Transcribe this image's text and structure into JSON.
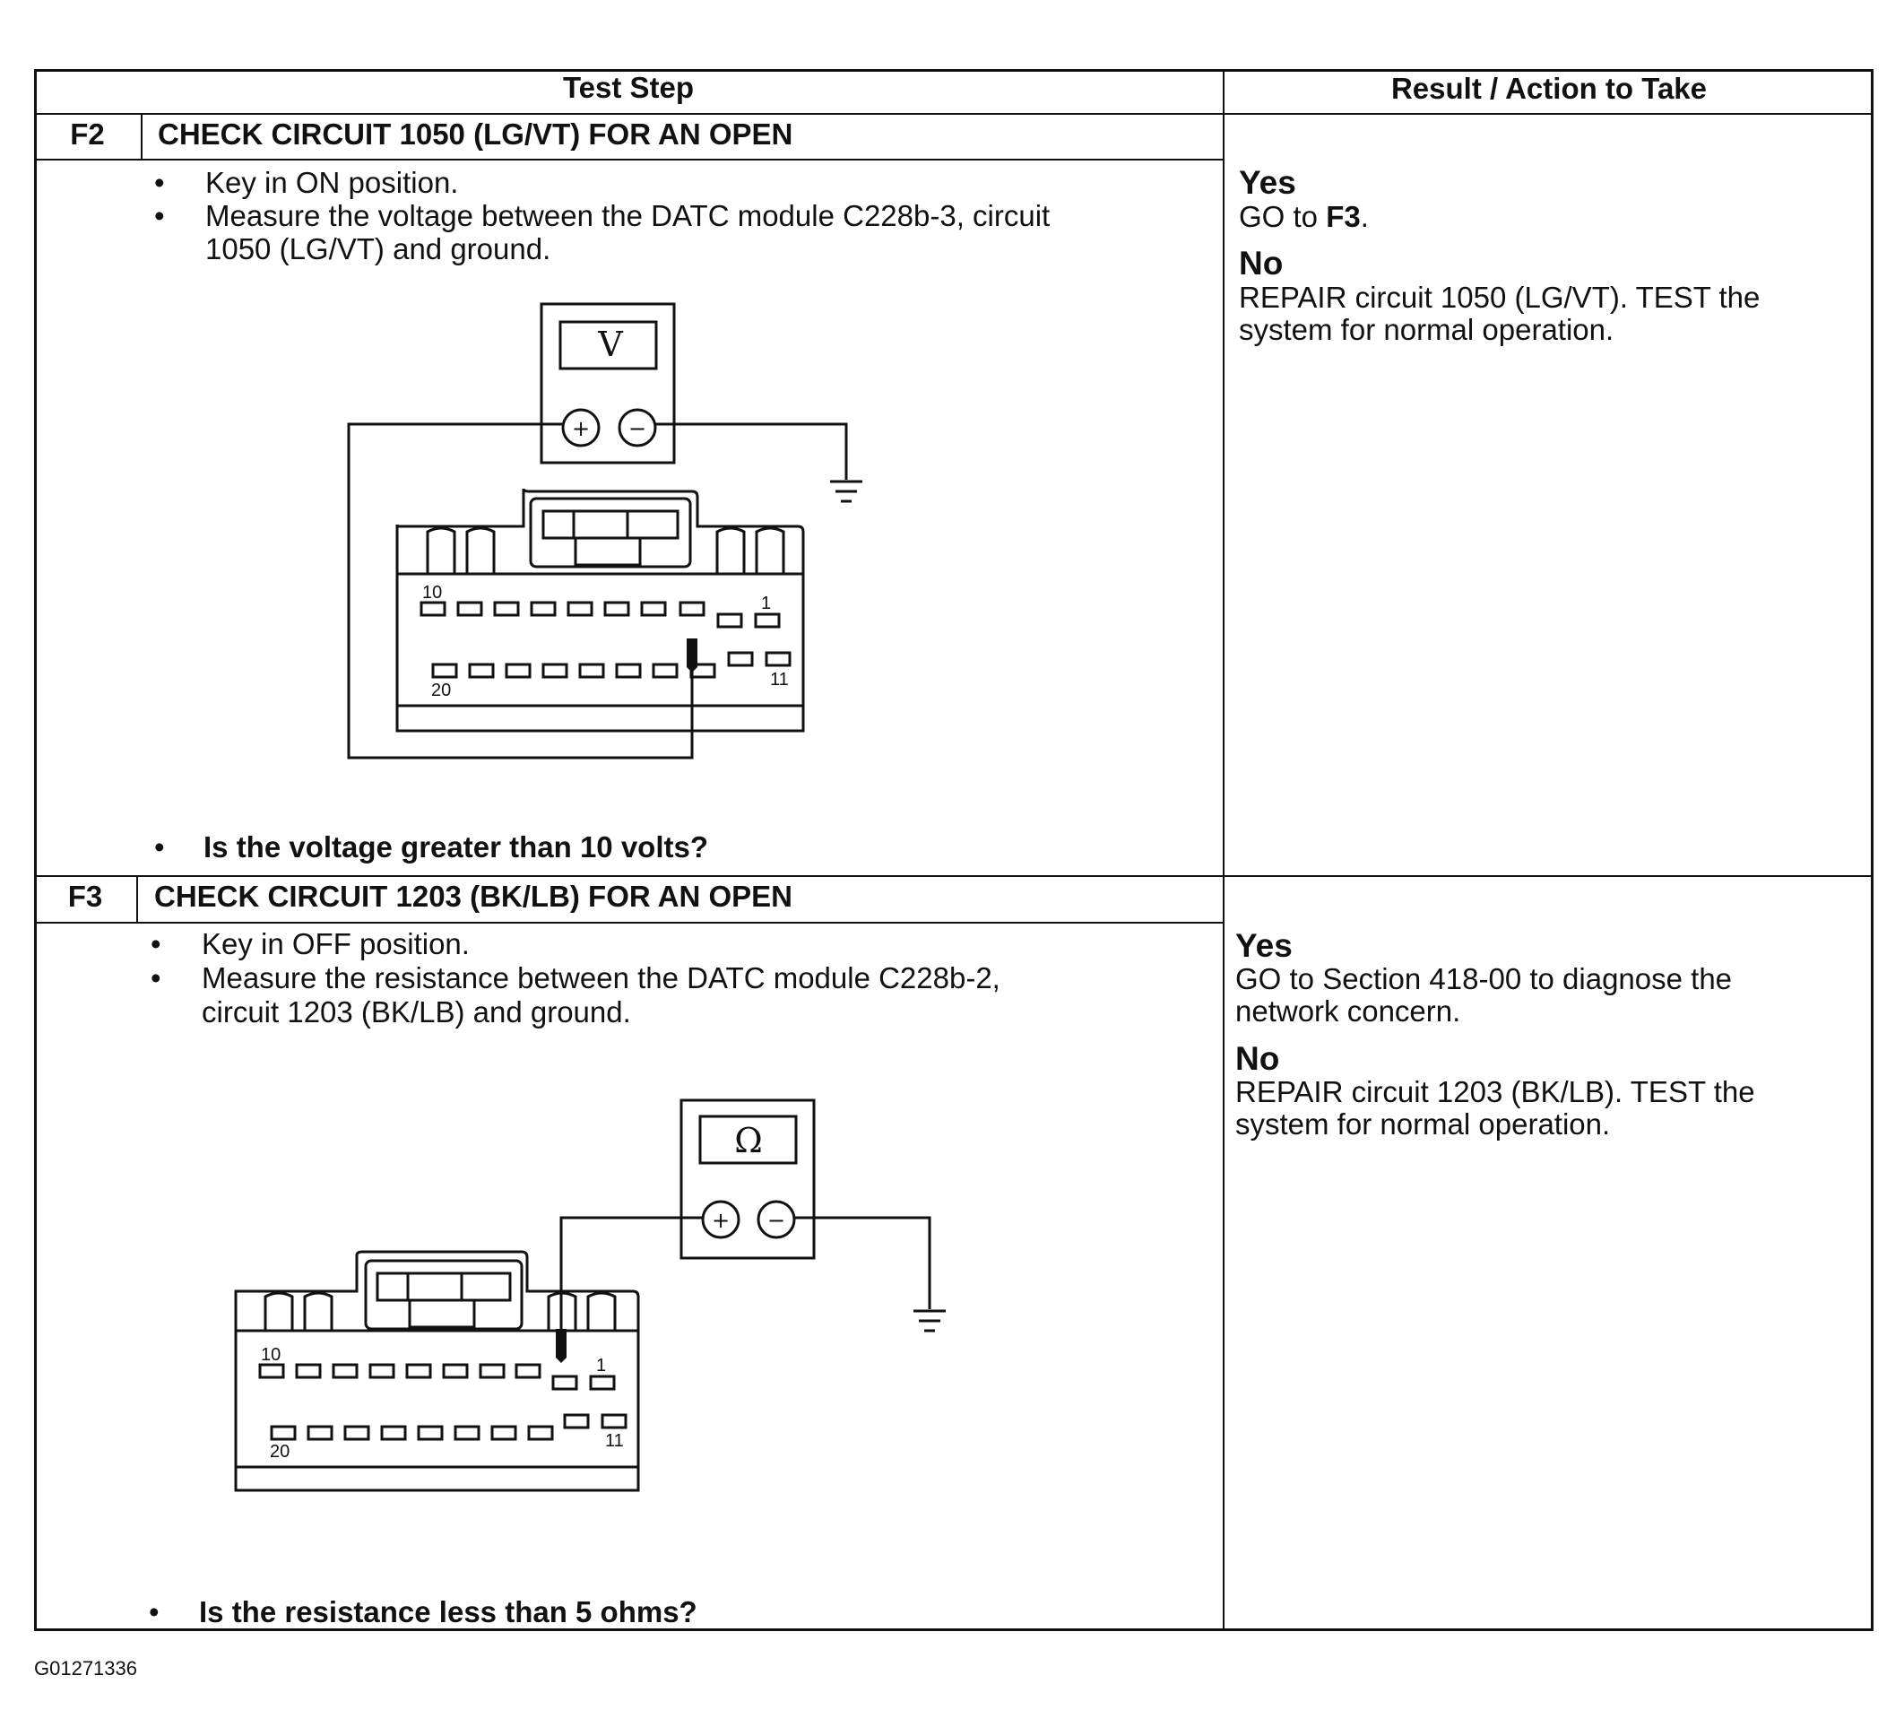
{
  "header": {
    "test_step": "Test Step",
    "result_action": "Result / Action to Take"
  },
  "steps": [
    {
      "id": "F2",
      "title": "CHECK CIRCUIT 1050 (LG/VT) FOR AN OPEN",
      "instructions": [
        "Key in ON position.",
        "Measure the voltage between the DATC module C228b-3, circuit",
        "1050 (LG/VT) and ground."
      ],
      "question": "Is the voltage greater than 10 volts?",
      "meter_symbol": "V",
      "connector_labels": {
        "pin10": "10",
        "pin1": "1",
        "pin20": "20",
        "pin11": "11"
      },
      "result": {
        "yes_label": "Yes",
        "yes_prefix": "GO to ",
        "yes_target": "F3",
        "yes_suffix": ".",
        "no_label": "No",
        "no_lines": [
          "REPAIR circuit 1050 (LG/VT). TEST the",
          "system for normal operation."
        ]
      }
    },
    {
      "id": "F3",
      "title": "CHECK CIRCUIT 1203 (BK/LB) FOR AN OPEN",
      "instructions": [
        "Key in OFF position.",
        "Measure the resistance between the DATC module C228b-2,",
        "circuit 1203 (BK/LB) and ground."
      ],
      "question": "Is the resistance less than 5 ohms?",
      "meter_symbol": "Ω",
      "connector_labels": {
        "pin10": "10",
        "pin1": "1",
        "pin20": "20",
        "pin11": "11"
      },
      "result": {
        "yes_label": "Yes",
        "yes_lines": [
          "GO to Section 418-00  to diagnose the",
          "network concern."
        ],
        "no_label": "No",
        "no_lines": [
          "REPAIR circuit 1203 (BK/LB). TEST the",
          "system for normal operation."
        ]
      }
    }
  ],
  "meter_terminals": {
    "plus": "+",
    "minus": "−"
  },
  "bullet": "•",
  "figure_id": "G01271336"
}
